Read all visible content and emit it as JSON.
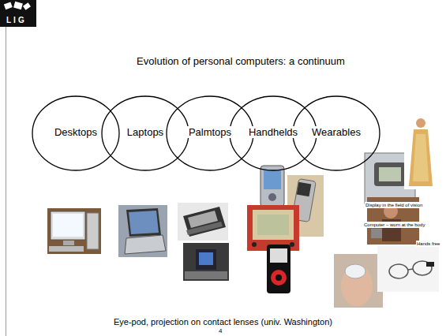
{
  "diagram": {
    "title": "Evolution of personal computers: a continuum",
    "caption": "Eye-pod, projection on contact lenses (univ. Washington)",
    "nodes": [
      {
        "text": [
          "Desktops"
        ]
      },
      {
        "text": [
          "Laptops"
        ]
      },
      {
        "text": [
          "Palmtops"
        ]
      },
      {
        "text": [
          "Handhelds"
        ]
      },
      {
        "text": [
          "Wearables"
        ]
      }
    ],
    "labels": [
      "LIG",
      "Display in the field of vision",
      "Computer – worn at the body",
      "Hands free",
      "4"
    ]
  }
}
